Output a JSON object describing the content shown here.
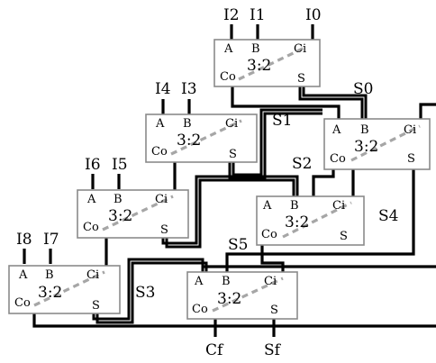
{
  "block": {
    "port_a": "A",
    "port_b": "B",
    "port_ci": "Ci",
    "port_co": "Co",
    "port_s": "S",
    "ratio": "3:2"
  },
  "inputs": [
    "I0",
    "I1",
    "I2",
    "I3",
    "I4",
    "I5",
    "I6",
    "I7",
    "I8"
  ],
  "intermediate": [
    "S0",
    "S1",
    "S2",
    "S3",
    "S4",
    "S5"
  ],
  "outputs": [
    "Cf",
    "Sf"
  ]
}
